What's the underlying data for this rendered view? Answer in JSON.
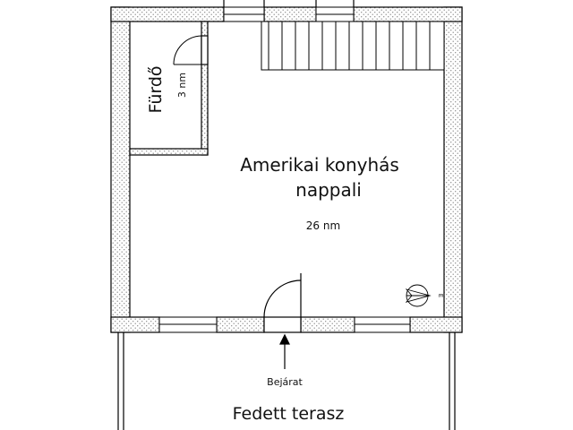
{
  "rooms": {
    "bath_name": "Fürdő",
    "bath_area": "3 nm",
    "living_name_line1": "Amerikai konyhás",
    "living_name_line2": "nappali",
    "living_area": "26 nm",
    "terrace_name": "Fedett terasz"
  },
  "entrance_label": "Bejárat",
  "compass_letter": "É",
  "colors": {
    "wall_hatch": "#9a9a9a",
    "line": "#000000",
    "background": "#ffffff"
  }
}
